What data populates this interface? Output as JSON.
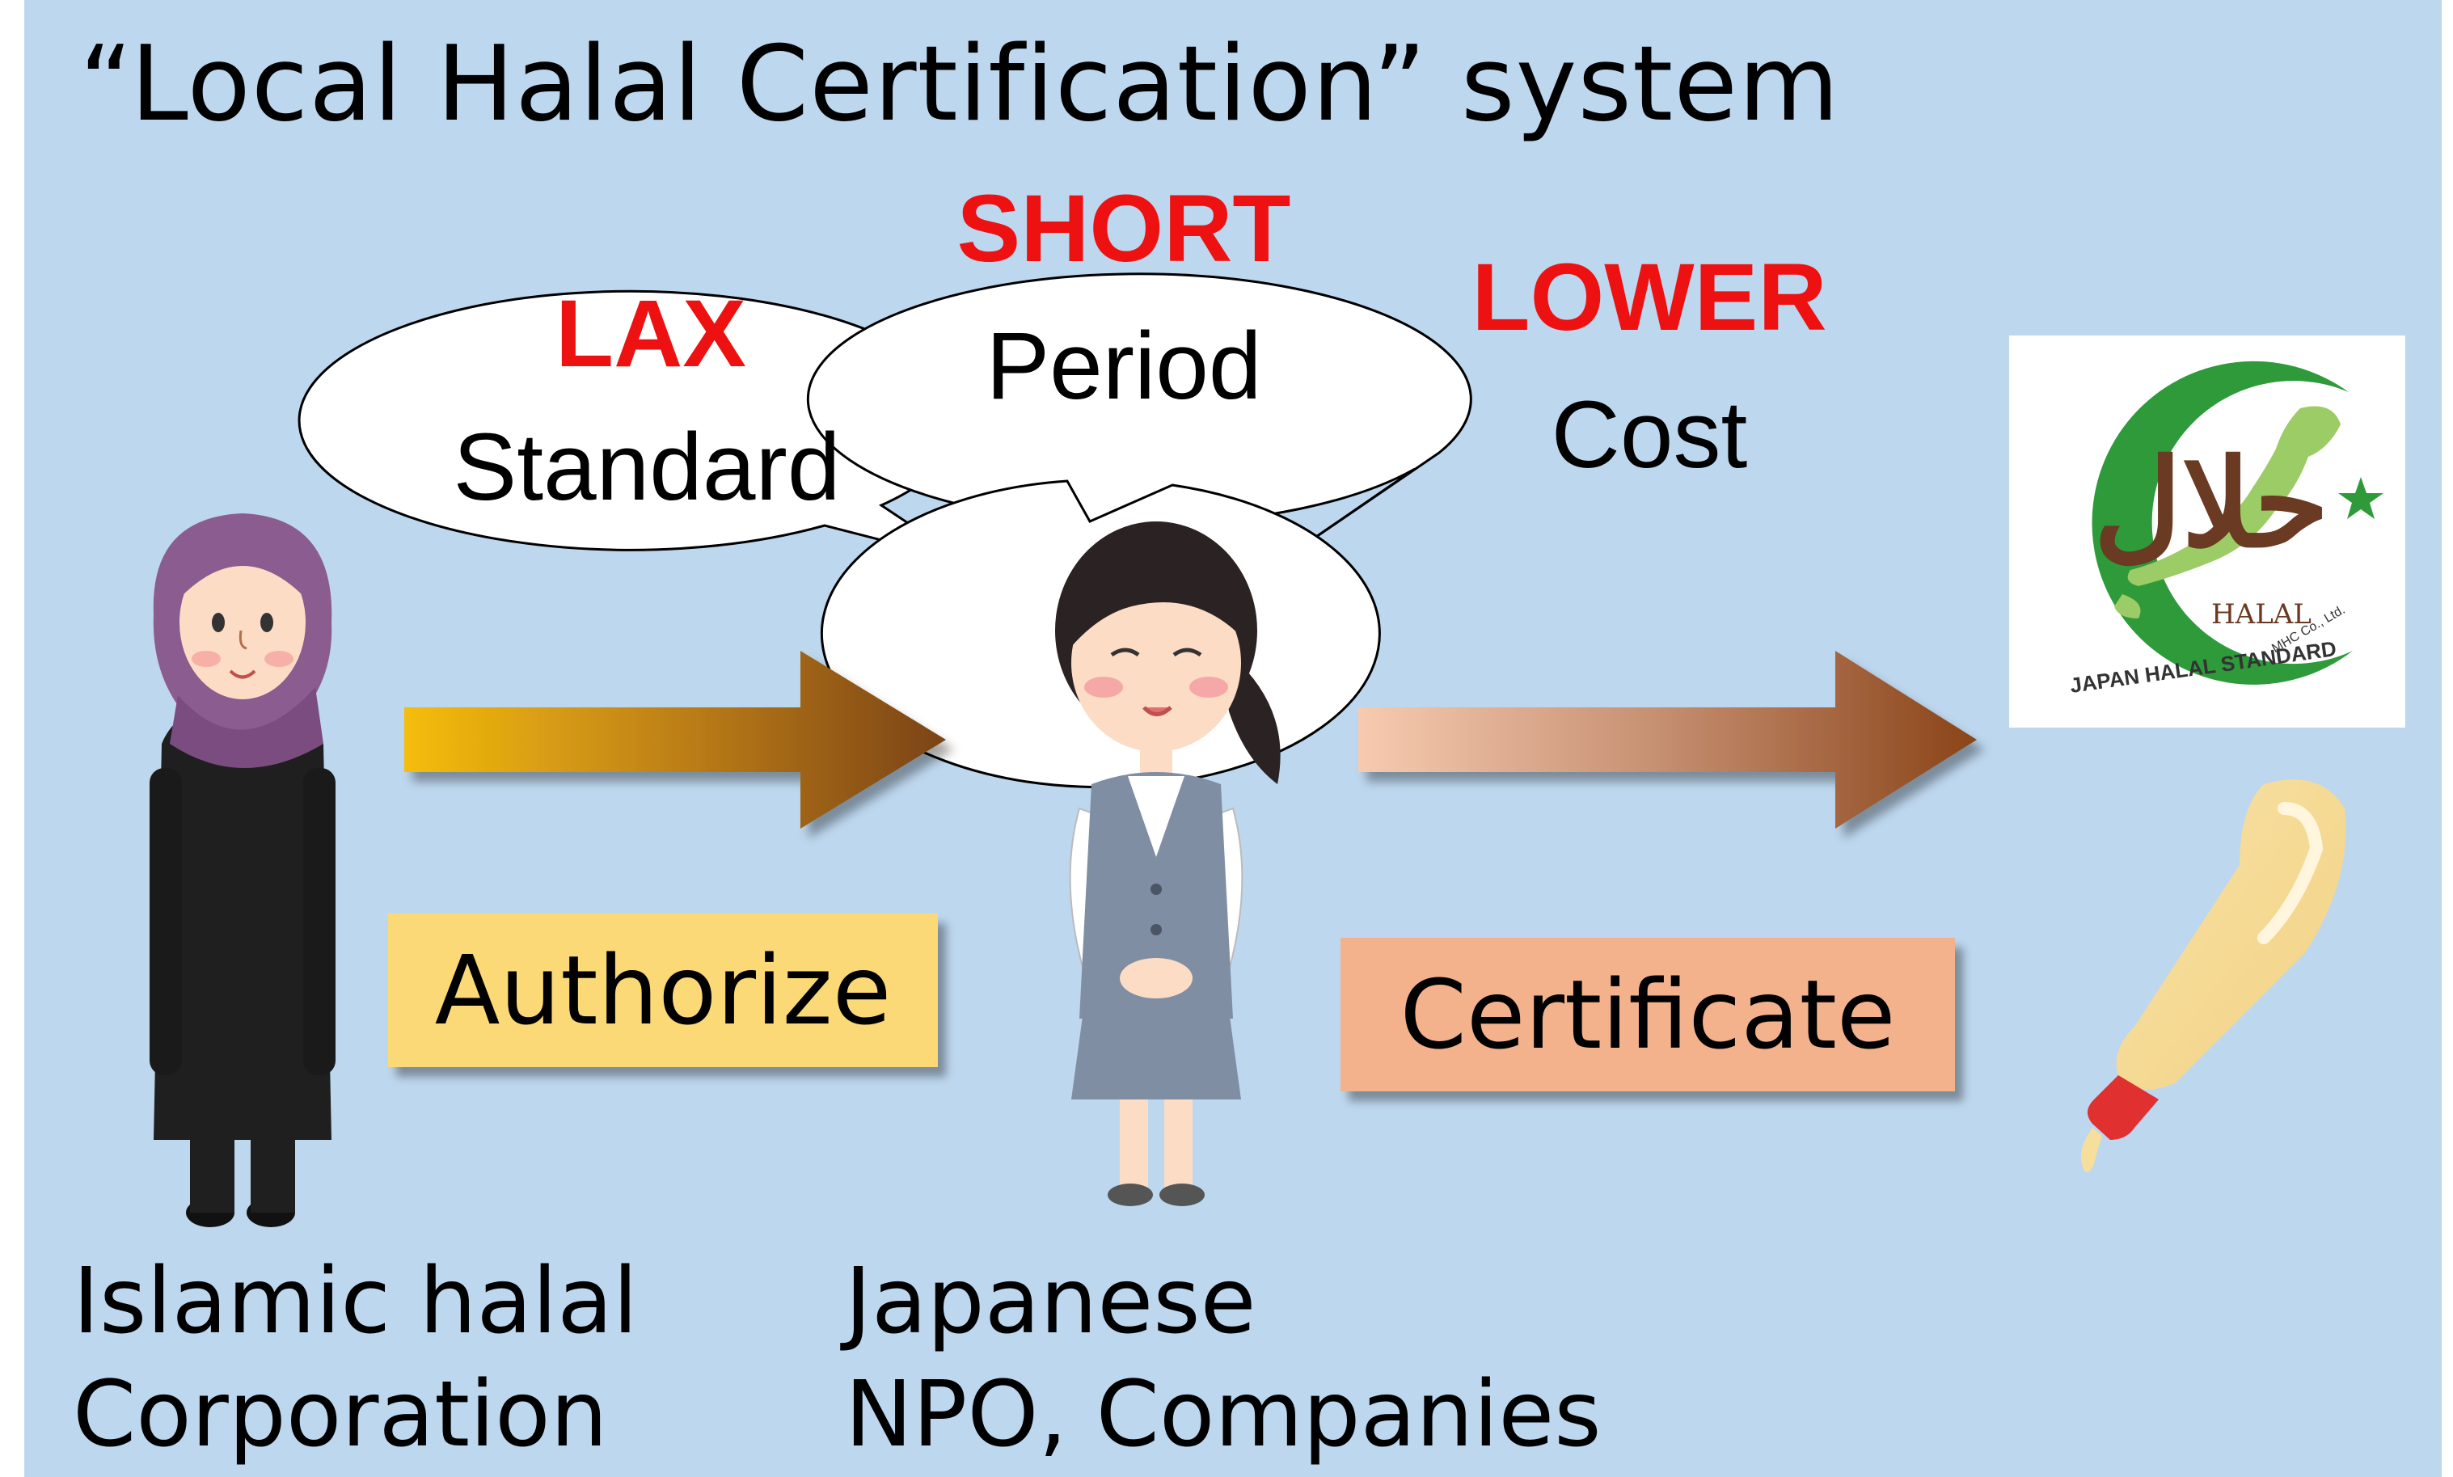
{
  "title": "“Local Halal Certification” system",
  "bubbles": [
    {
      "highlight": "LAX",
      "text": "Standard"
    },
    {
      "highlight": "SHORT",
      "text": "Period"
    },
    {
      "highlight": "LOWER",
      "text": "Cost"
    }
  ],
  "labels": {
    "authorize": "Authorize",
    "certificate": "Certificate"
  },
  "captions": {
    "left_line1": "Islamic halal",
    "left_line2": "Corporation",
    "mid_line1": "Japanese",
    "mid_line2": "NPO, Companies"
  },
  "logo": {
    "arabic": "حلال",
    "halal": "HALAL",
    "ring_text": "JAPAN HALAL STANDARD",
    "company": "MHC Co., Ltd."
  },
  "colors": {
    "background": "#bdd7ee",
    "highlight_red": "#ee1111",
    "authorize_box": "#fcd977",
    "certificate_box": "#f3b28c"
  }
}
